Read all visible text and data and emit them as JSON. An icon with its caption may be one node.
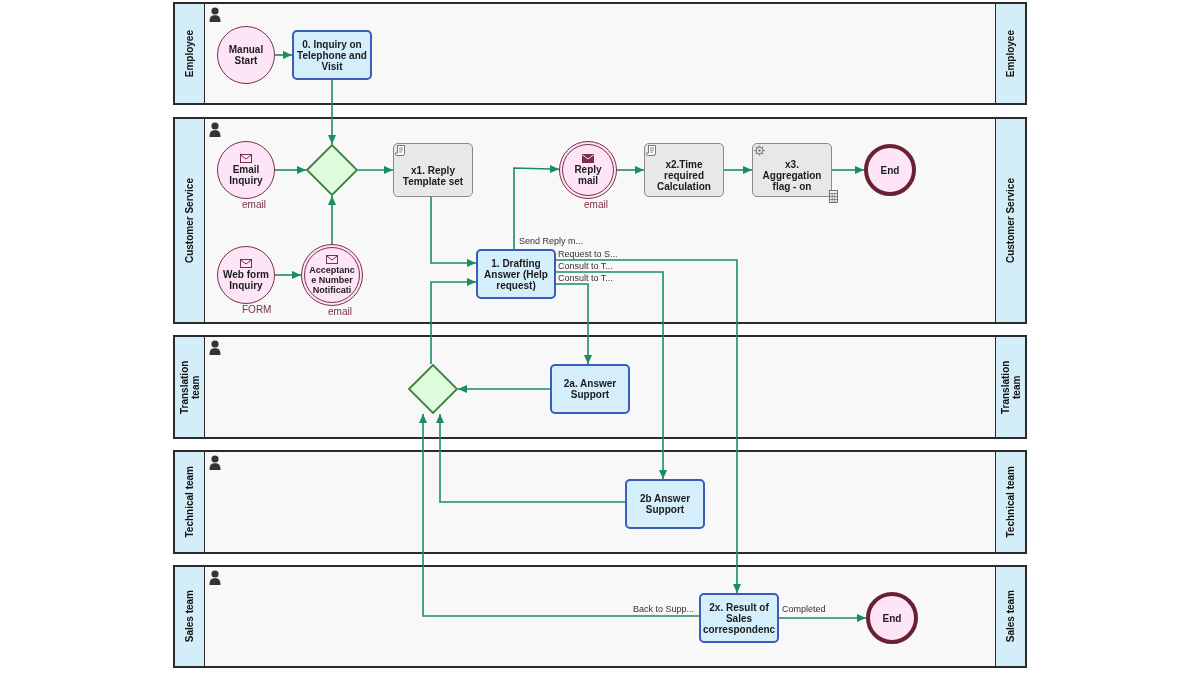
{
  "diagram": {
    "nodes": [
      {
        "text": [
          "Employee",
          "Employee"
        ]
      },
      {
        "text": [
          "Manual Start"
        ],
        "in": 0
      },
      {
        "text": [
          "0. Inquiry on Telephone and Visit"
        ],
        "in": 0
      },
      {
        "text": [
          "Customer Service",
          "Customer Service"
        ]
      },
      {
        "text": [
          "Email Inquiry"
        ],
        "beside": [
          "email"
        ],
        "in": 3
      },
      {
        "text": [],
        "shape": "diamond",
        "in": 3
      },
      {
        "text": [
          "x1. Reply Template set"
        ],
        "in": 3
      },
      {
        "text": [
          "Reply mail"
        ],
        "beside": [
          "email"
        ],
        "in": 3
      },
      {
        "text": [
          "x2.Time required Calculation"
        ],
        "in": 3
      },
      {
        "text": [
          "x3. Aggregation flag - on"
        ],
        "in": 3
      },
      {
        "text": [
          "End"
        ],
        "in": 3
      },
      {
        "text": [
          "Web form Inquiry"
        ],
        "beside": [
          "FORM"
        ],
        "in": 3
      },
      {
        "text": [
          "Acceptance Number Notificati"
        ],
        "beside": [
          "email"
        ],
        "in": 3
      },
      {
        "text": [
          "1. Drafting Answer (Help request)"
        ],
        "in": 3
      },
      {
        "text": [
          "Translation team",
          "Translation team"
        ]
      },
      {
        "text": [],
        "shape": "diamond",
        "in": 14
      },
      {
        "text": [
          "2a. Answer Support"
        ],
        "in": 14
      },
      {
        "text": [
          "Technical team",
          "Technical team"
        ]
      },
      {
        "text": [
          "2b Answer Support"
        ],
        "in": 17
      },
      {
        "text": [
          "Sales team",
          "Sales team"
        ]
      },
      {
        "text": [
          "2x. Result of Sales correspondenc"
        ],
        "in": 19
      },
      {
        "text": [
          "End"
        ],
        "in": 19
      }
    ],
    "edges": [
      {
        "from": 1,
        "to": 2,
        "arrow": "to"
      },
      {
        "from": 2,
        "to": 5,
        "arrow": "to"
      },
      {
        "from": 4,
        "to": 5,
        "arrow": "to"
      },
      {
        "from": 12,
        "to": 5,
        "arrow": "to"
      },
      {
        "from": 11,
        "to": 12,
        "arrow": "to"
      },
      {
        "from": 5,
        "to": 6,
        "arrow": "to"
      },
      {
        "from": 6,
        "to": 13,
        "arrow": "to"
      },
      {
        "from": 13,
        "to": 7,
        "arrow": "to",
        "label": "Send Reply m..."
      },
      {
        "from": 13,
        "to": 20,
        "arrow": "to",
        "label": "Request to S..."
      },
      {
        "from": 13,
        "to": 18,
        "arrow": "to",
        "label": "Consult to T..."
      },
      {
        "from": 13,
        "to": 16,
        "arrow": "to",
        "label": "Consult to T..."
      },
      {
        "from": 7,
        "to": 8,
        "arrow": "to"
      },
      {
        "from": 8,
        "to": 9,
        "arrow": "to"
      },
      {
        "from": 9,
        "to": 10,
        "arrow": "to"
      },
      {
        "from": 16,
        "to": 15,
        "arrow": "to"
      },
      {
        "from": 18,
        "to": 15,
        "arrow": "to"
      },
      {
        "from": 20,
        "to": 15,
        "arrow": "to",
        "label": "Back to Supp..."
      },
      {
        "from": 15,
        "to": 13,
        "arrow": "to"
      },
      {
        "from": 20,
        "to": 21,
        "arrow": "to",
        "label": "Completed"
      }
    ]
  }
}
